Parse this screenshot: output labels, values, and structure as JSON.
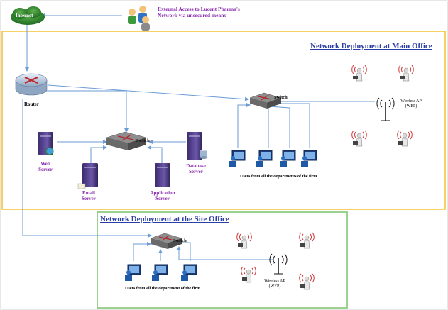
{
  "internet": {
    "label": "Internet"
  },
  "external": {
    "label": "External Access to Lucent Pharma's Network via unsecured means"
  },
  "router": {
    "label": "Router"
  },
  "main_office": {
    "title": "Network Deployment at Main Office",
    "switch_label_1": "Switch",
    "switch_label_2": "Switch",
    "web_server": "Web Server",
    "email_server": "Email Server",
    "application_server": "Application Server",
    "database_server": "Database Server",
    "users_label": "Users from all the departments of the firm",
    "wireless_ap": "Wireless AP (WEP)"
  },
  "site_office": {
    "title": "Network Deployment at the Site Office",
    "switch_label": "Switch",
    "users_label": "Users from all the department of the firm",
    "wireless_ap": "Wireless AP (WEP)"
  },
  "colors": {
    "main_border": "#f2c230",
    "site_border": "#7cc26a",
    "title": "#2b3ea6",
    "label_purple": "#8a2dae",
    "wire": "#6d9bd6"
  }
}
